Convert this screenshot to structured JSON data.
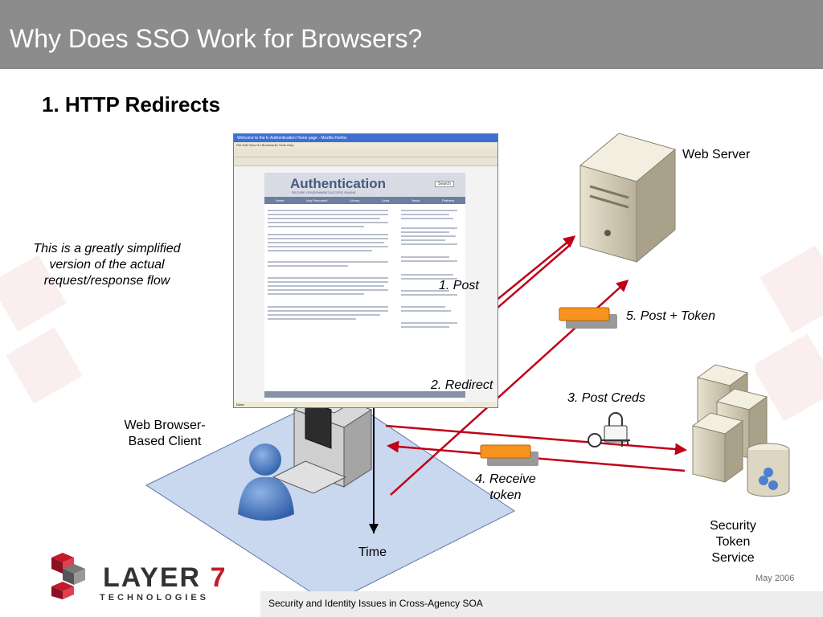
{
  "slide": {
    "title": "Why Does SSO Work for Browsers?",
    "subtitle": "1. HTTP Redirects",
    "note": "This is a greatly simplified version of the actual request/response flow"
  },
  "labels": {
    "web_server": "Web Server",
    "client": "Web Browser-Based Client",
    "time": "Time",
    "sts": "Security Token Service"
  },
  "steps": {
    "post": "1. Post",
    "redirect": "2. Redirect",
    "post_creds": "3. Post Creds",
    "receive_token": "4. Receive token",
    "post_token": "5. Post + Token"
  },
  "browser_window": {
    "title_bar": "Welcome to the E-Authentication Home page - Mozilla Firefox",
    "menu": "File  Edit  View  Go  Bookmarks  Tools  Help",
    "auth_logo": "Authentication",
    "auth_tagline": "SECURE GOVERNMENT ACCESS  ONLINE",
    "nav": [
      "Home",
      "Key Personnel",
      "Library",
      "Links",
      "News",
      "Partners"
    ],
    "search_label": "Search",
    "status": "Done"
  },
  "footer": {
    "text": "Security and Identity Issues in Cross-Agency SOA",
    "date": "May 2006"
  },
  "logo": {
    "name_main": "LAYER",
    "name_num": "7",
    "sub": "TECHNOLOGIES"
  },
  "colors": {
    "header": "#8c8c8c",
    "arrow": "#c00018",
    "token": "#f7931e",
    "plane": "#bfcfe8",
    "brand_red": "#c21a2a"
  }
}
